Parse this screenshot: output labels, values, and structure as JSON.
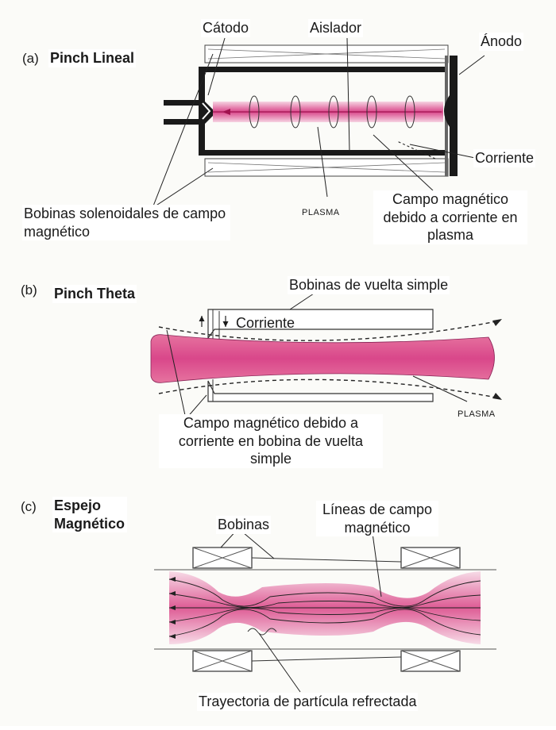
{
  "panel_a": {
    "tag": "(a)",
    "title": "Pinch Lineal",
    "labels": {
      "cathode": "Cátodo",
      "insulator": "Aislador",
      "anode": "Ánodo",
      "current": "Corriente",
      "coils": "Bobinas solenoidales de campo magnético",
      "plasma": "PLASMA",
      "field": "Campo magnético debido a corriente en plasma"
    }
  },
  "panel_b": {
    "tag": "(b)",
    "title": "Pinch Theta",
    "labels": {
      "coils": "Bobinas de vuelta simple",
      "current": "Corriente",
      "plasma": "PLASMA",
      "field": "Campo magnético debido a corriente en bobina de vuelta simple"
    }
  },
  "panel_c": {
    "tag": "(c)",
    "title": "Espejo Magnético",
    "labels": {
      "coils": "Bobinas",
      "field_lines": "Líneas de campo magnético",
      "trajectory": "Trayectoria de partícula refrectada"
    }
  },
  "colors": {
    "plasma": "#d9478a",
    "plasma_light": "#f2b5cf",
    "ink": "#1a1a1a"
  }
}
